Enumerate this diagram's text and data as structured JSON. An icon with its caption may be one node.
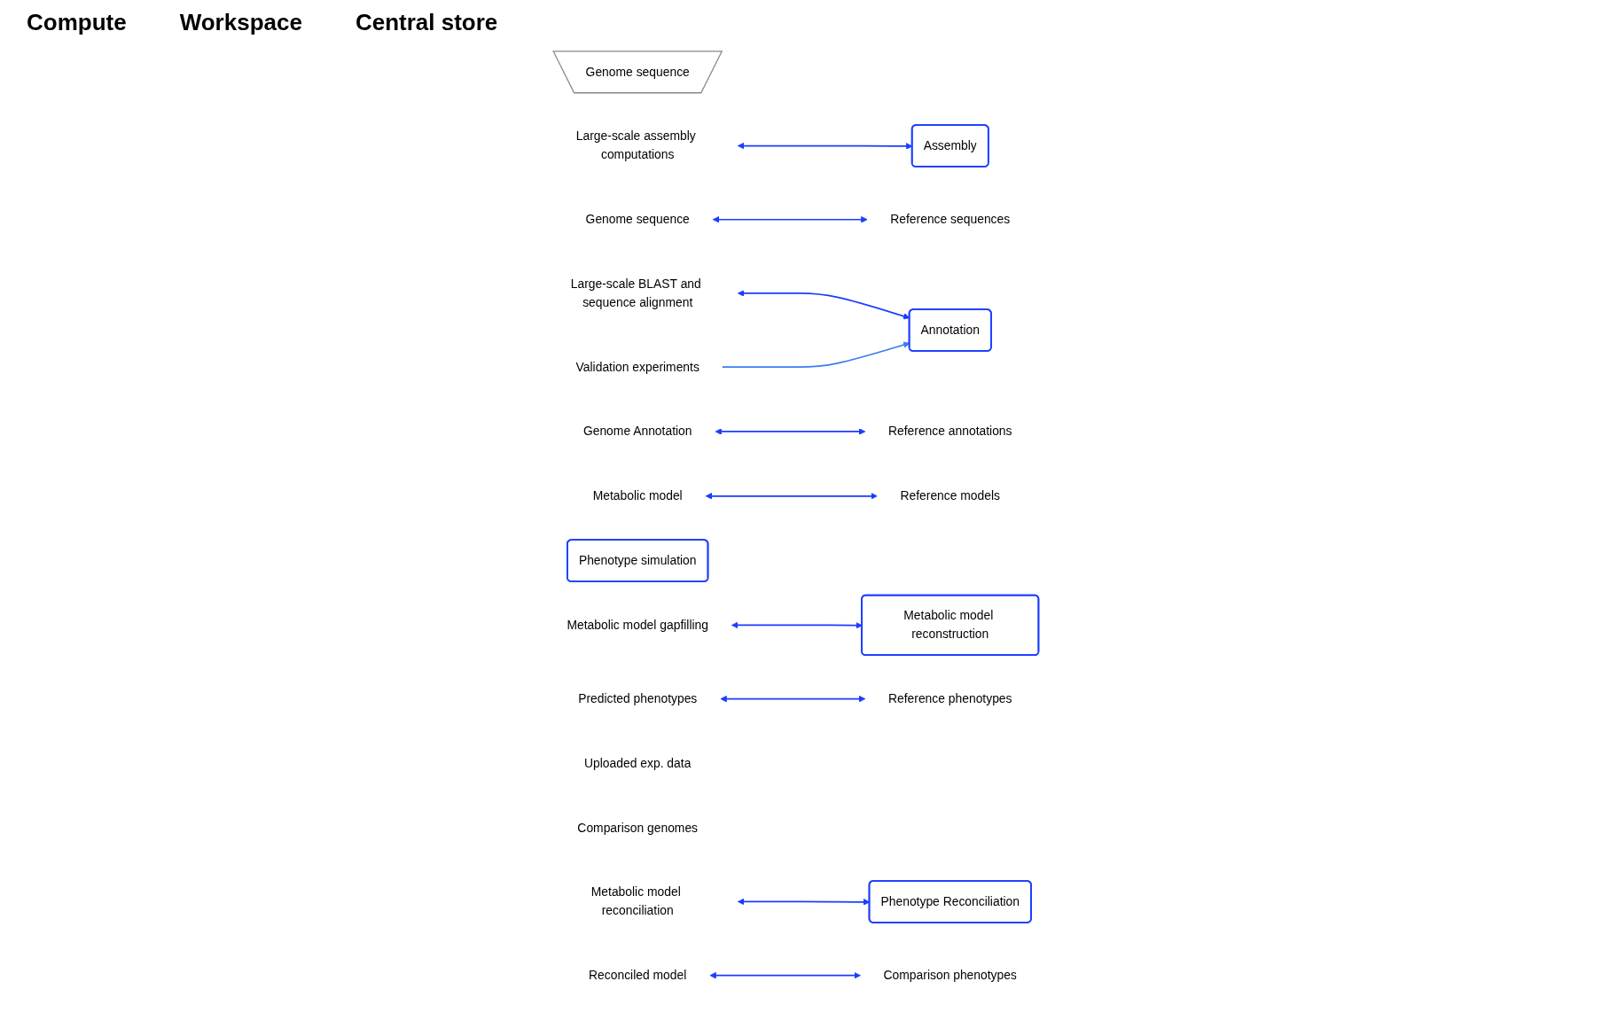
{
  "diagram": {
    "nodes": [
      {
        "text": [
          "Genome sequence"
        ]
      },
      {
        "text": [
          "Large-scale assembly computations"
        ]
      },
      {
        "text": [
          "Assembly"
        ]
      },
      {
        "text": [
          "Genome sequence"
        ]
      },
      {
        "text": [
          "Reference sequences"
        ]
      },
      {
        "text": [
          "Annotation"
        ]
      },
      {
        "text": [
          "Large-scale BLAST and sequence alignment"
        ]
      },
      {
        "text": [
          "Genome Annotation"
        ]
      },
      {
        "text": [
          "Reference annotations"
        ]
      },
      {
        "text": [
          "Metabolic model reconstruction"
        ]
      },
      {
        "text": [
          "Metabolic model"
        ]
      },
      {
        "text": [
          "Reference models"
        ]
      },
      {
        "text": [
          "Metabolic model gapfilling"
        ]
      },
      {
        "text": [
          "Phenotype simulation"
        ]
      },
      {
        "text": [
          "Predicted phenotypes"
        ]
      },
      {
        "text": [
          "Reference phenotypes"
        ]
      },
      {
        "text": [
          "Metabolic model reconciliation"
        ]
      },
      {
        "text": [
          "Phenotype Reconciliation"
        ]
      },
      {
        "text": [
          "Uploaded exp. data"
        ]
      },
      {
        "text": [
          "Comparison genomes"
        ]
      },
      {
        "text": [
          "Reconciled model"
        ]
      },
      {
        "text": [
          "Comparison phenotypes"
        ]
      },
      {
        "text": [
          "Validation experiments"
        ]
      }
    ],
    "edges": [
      {
        "from": 1,
        "to": 2,
        "arrow": "both"
      },
      {
        "from": 3,
        "to": 4,
        "arrow": "both"
      },
      {
        "from": 6,
        "to": 5,
        "arrow": "both"
      },
      {
        "from": 7,
        "to": 8,
        "arrow": "both"
      },
      {
        "from": 12,
        "to": 9,
        "arrow": "both"
      },
      {
        "from": 10,
        "to": 11,
        "arrow": "both"
      },
      {
        "from": 14,
        "to": 15,
        "arrow": "both"
      },
      {
        "from": 16,
        "to": 17,
        "arrow": "both"
      },
      {
        "from": 20,
        "to": 21,
        "arrow": "both"
      },
      {
        "from": 22,
        "to": 5,
        "arrow": "to",
        "color": "#3a7cf0"
      }
    ],
    "labels": [
      "Compute",
      "Workspace",
      "Central store"
    ]
  }
}
